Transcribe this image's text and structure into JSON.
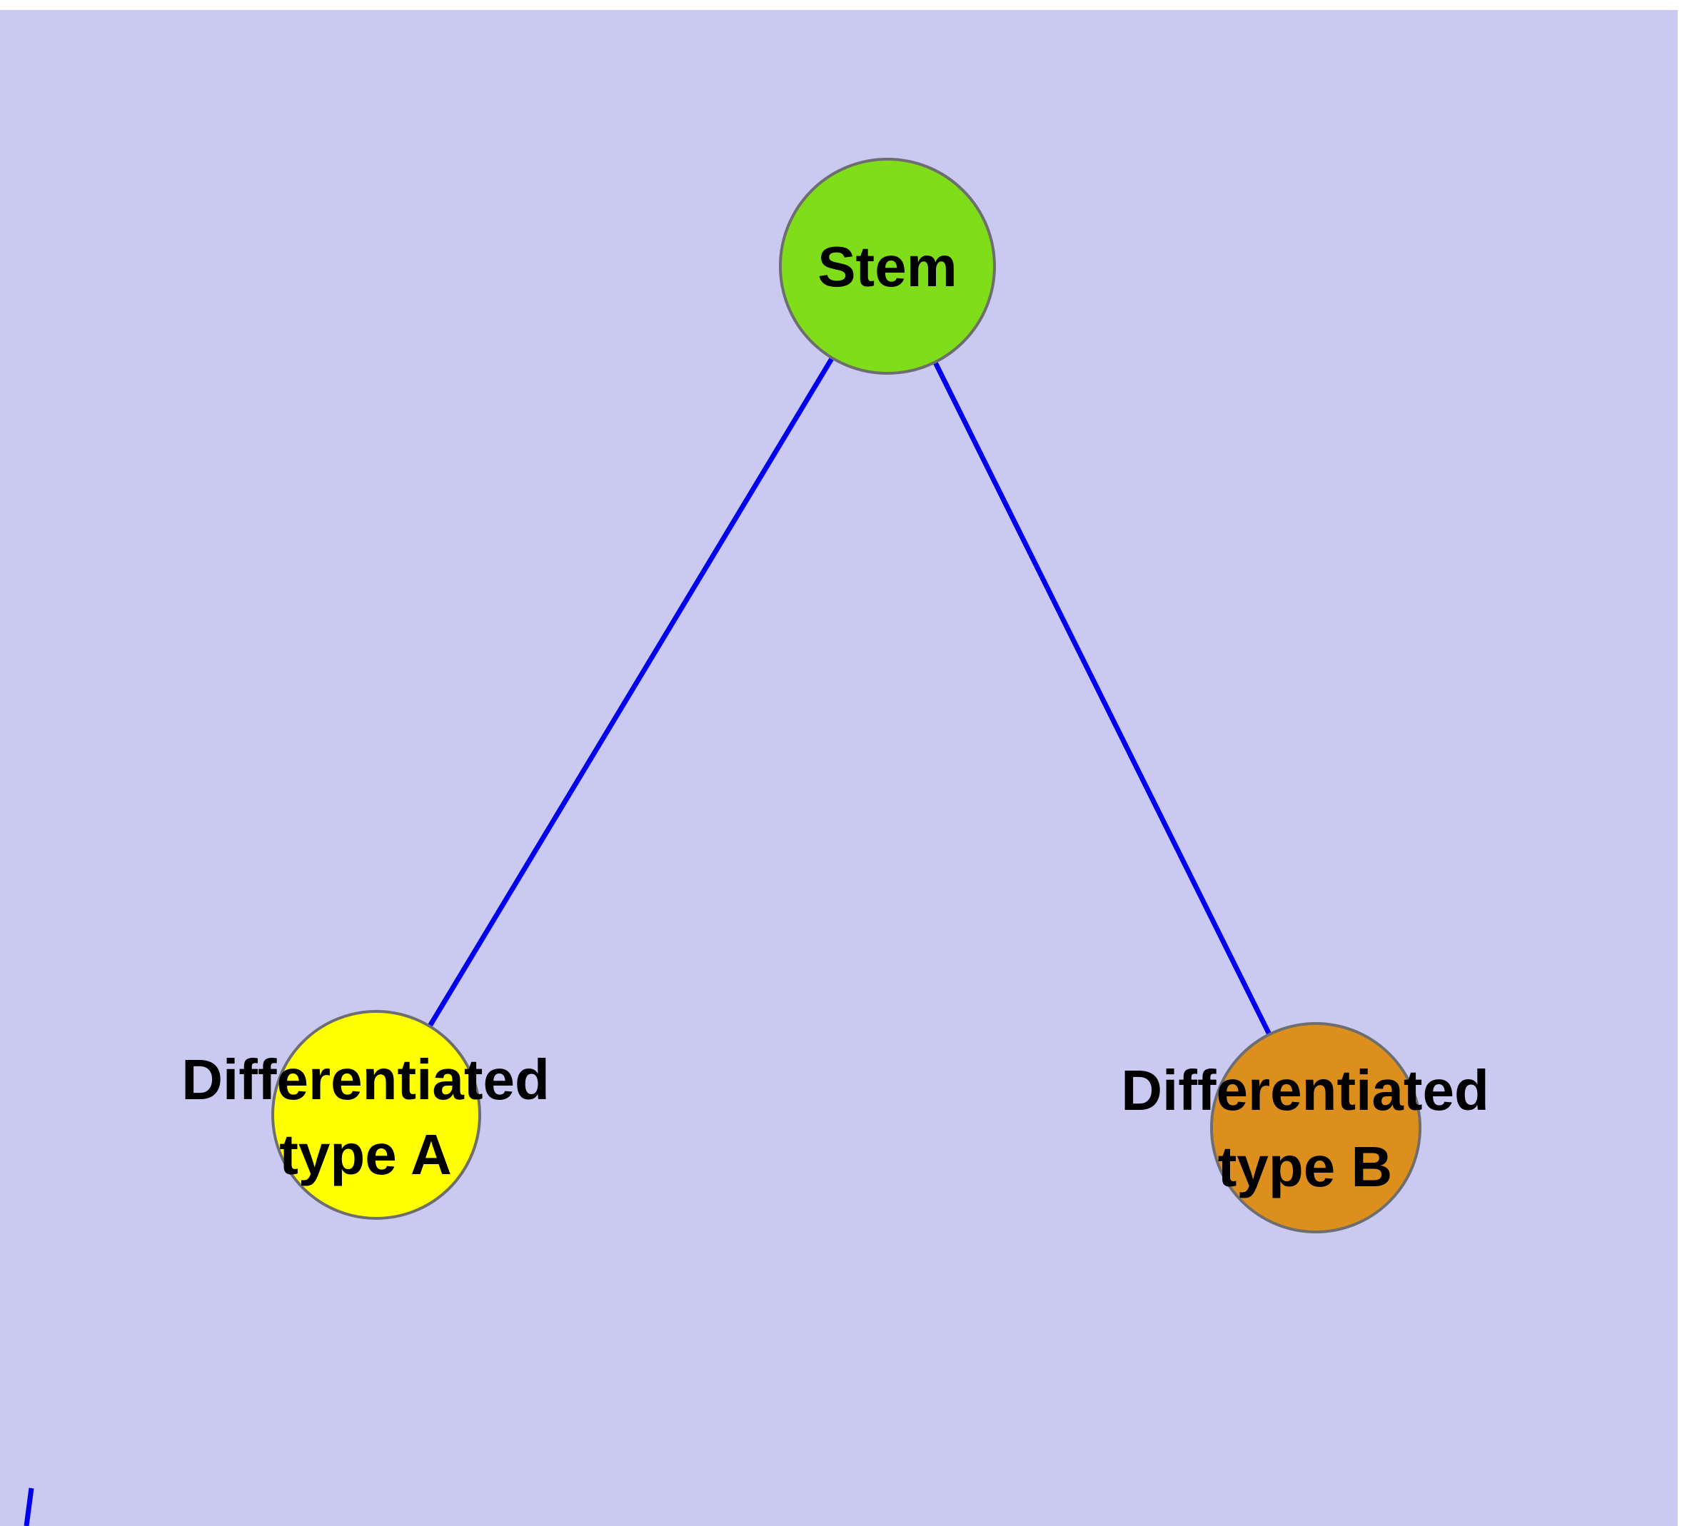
{
  "diagram": {
    "background_color": "#c9c9f2",
    "edge_color": "#0000ee",
    "node_border_color": "#6e6e6e",
    "text_color": "#000000",
    "nodes": [
      {
        "id": "stem",
        "label": "Stem",
        "label_lines": [
          "Stem"
        ],
        "color": "#7fdd1a"
      },
      {
        "id": "differentiated-type-a",
        "label": "Differentiated type A",
        "label_lines": [
          "Differentiated",
          "type A"
        ],
        "color": "#ffff00"
      },
      {
        "id": "differentiated-type-b",
        "label": "Differentiated type B",
        "label_lines": [
          "Differentiated",
          "type B"
        ],
        "color": "#dd8f1e"
      }
    ],
    "edges": [
      {
        "from": "stem",
        "to": "differentiated-type-a"
      },
      {
        "from": "stem",
        "to": "differentiated-type-b"
      }
    ]
  }
}
